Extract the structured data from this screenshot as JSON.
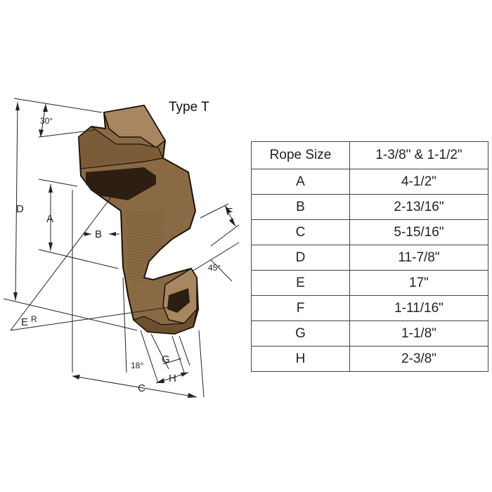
{
  "diagram": {
    "title": "Type T",
    "labels": {
      "a": "A",
      "b": "B",
      "c": "C",
      "d": "D",
      "e": "E",
      "r": "R",
      "f": "F",
      "g": "G",
      "h": "H",
      "angle_30": "30°",
      "angle_45": "45°",
      "angle_18": "18°"
    }
  },
  "table": {
    "headers": [
      "Rope Size",
      "1-3/8\" & 1-1/2\""
    ],
    "rows": [
      {
        "dim": "A",
        "value": "4-1/2\""
      },
      {
        "dim": "B",
        "value": "2-13/16\""
      },
      {
        "dim": "C",
        "value": "5-15/16\""
      },
      {
        "dim": "D",
        "value": "11-7/8\""
      },
      {
        "dim": "E",
        "value": "17\""
      },
      {
        "dim": "F",
        "value": "1-11/16\""
      },
      {
        "dim": "G",
        "value": "1-1/8\""
      },
      {
        "dim": "H",
        "value": "2-3/8\""
      }
    ]
  },
  "colors": {
    "socket_body": "#8a6a44",
    "socket_dark": "#2c1e12",
    "socket_light": "#a88660",
    "lines": "#222222"
  }
}
